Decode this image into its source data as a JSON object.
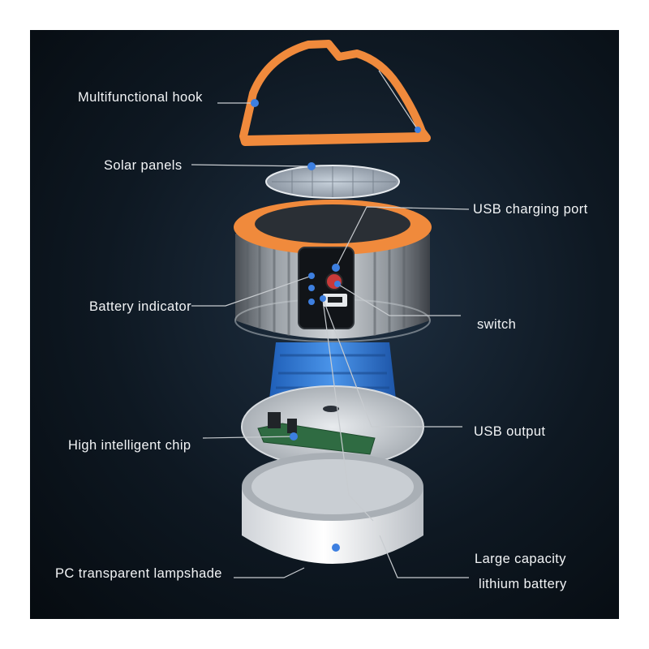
{
  "labels": {
    "hook": "Multifunctional hook",
    "solar": "Solar panels",
    "usb_charging": "USB charging port",
    "battery_indicator": "Battery indicator",
    "switch": "switch",
    "usb_output": "USB output",
    "chip": "High intelligent chip",
    "lampshade": "PC transparent lampshade",
    "battery_line1": "Large capacity",
    "battery_line2": "lithium battery"
  },
  "colors": {
    "background": "#0b141d",
    "hook_orange": "#f08a3c",
    "marker_blue": "#3d7fe0",
    "leader_line": "#c8ccd0",
    "label_text": "#f2f4f6",
    "battery_blue": "#3a7fd6"
  }
}
